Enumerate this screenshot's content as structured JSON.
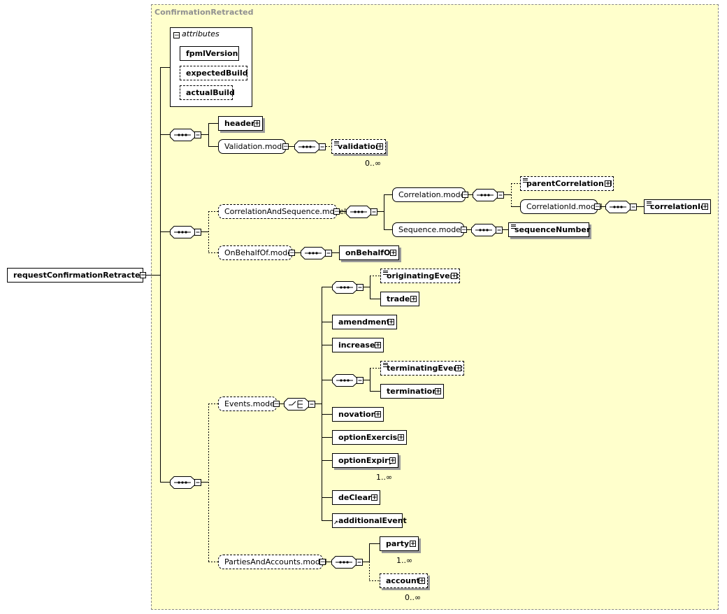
{
  "diagram": {
    "title": "ConfirmationRetracted",
    "root": "requestConfirmationRetracted",
    "attributes_label": "attributes",
    "attributes": [
      "fpmlVersion",
      "expectedBuild",
      "actualBuild"
    ],
    "elements": {
      "header": "header",
      "validation_model": "Validation.model",
      "validation": "validation",
      "correlation_and_sequence_model": "CorrelationAndSequence.model",
      "correlation_model": "Correlation.model",
      "parent_correlation_id": "parentCorrelationId",
      "correlation_id_model": "CorrelationId.model",
      "correlation_id": "correlationId",
      "sequence_model": "Sequence.model",
      "sequence_number": "sequenceNumber",
      "on_behalf_of_model": "OnBehalfOf.model",
      "on_behalf_of": "onBehalfOf",
      "events_model": "Events.model",
      "originating_event": "originatingEvent",
      "trade": "trade",
      "amendment": "amendment",
      "increase": "increase",
      "terminating_event": "terminatingEvent",
      "termination": "termination",
      "novation": "novation",
      "option_exercise": "optionExercise",
      "option_expiry": "optionExpiry",
      "de_clear": "deClear",
      "additional_event": "additionalEvent",
      "parties_and_accounts_model": "PartiesAndAccounts.model",
      "party": "party",
      "account": "account"
    },
    "cardinalities": {
      "validation": "0..∞",
      "option_expiry": "1..∞",
      "party": "1..∞",
      "account": "0..∞"
    }
  }
}
